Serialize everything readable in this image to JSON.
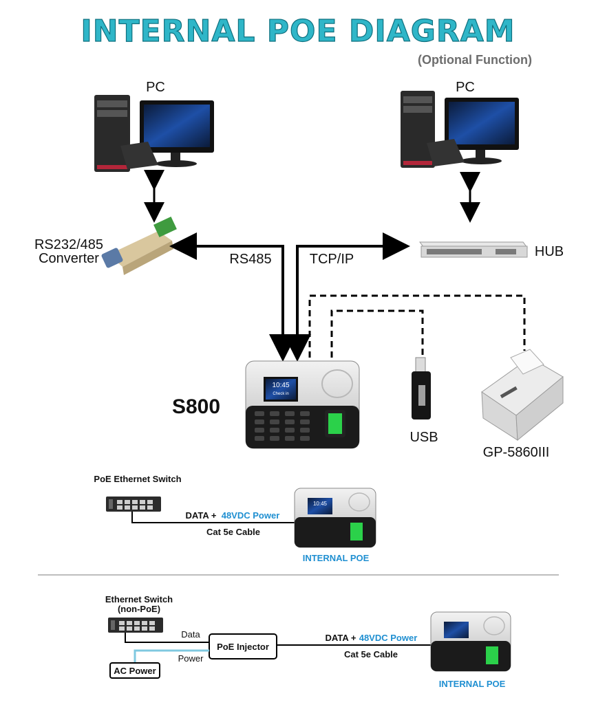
{
  "title": "INTERNAL POE DIAGRAM",
  "optional_note": "(Optional Function)",
  "pc_left_label": "PC",
  "pc_right_label": "PC",
  "converter_label_line1": "RS232/485",
  "converter_label_line2": "Converter",
  "hub_label": "HUB",
  "rs485_label": "RS485",
  "tcpip_label": "TCP/IP",
  "device_label": "S800",
  "usb_label": "USB",
  "printer_label": "GP-5860III",
  "screen_time": "10:45",
  "screen_sub": "Check in",
  "section2": {
    "switch_label": "PoE Ethernet Switch",
    "data_text": "DATA +",
    "power_text": "48VDC Power",
    "cable_text": "Cat 5e Cable",
    "caption": "INTERNAL POE"
  },
  "section3": {
    "switch_label_line1": "Ethernet Switch",
    "switch_label_line2": "(non-PoE)",
    "data_label": "Data",
    "power_label": "Power",
    "injector_label": "PoE Injector",
    "ac_label": "AC Power",
    "data_text": "DATA +",
    "power_text": "48VDC Power",
    "cable_text": "Cat 5e Cable",
    "caption": "INTERNAL POE"
  },
  "colors": {
    "title_fill": "#2fb6c8",
    "power_blue": "#1f8fd1",
    "power_line": "#7fc9e0"
  }
}
